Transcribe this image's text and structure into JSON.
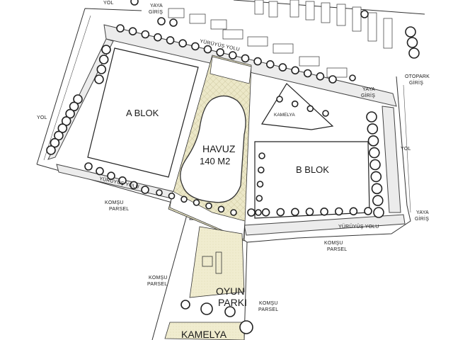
{
  "labels": {
    "a_blok": "A BLOK",
    "b_blok": "B BLOK",
    "havuz": "HAVUZ",
    "havuz_area": "140 M2",
    "kamelya_top": "KAMELYA",
    "kamelya_bottom": "KAMELYA",
    "oyun": "OYUN",
    "parki": "PARKI",
    "yol_top": "YOL",
    "yol_left": "YOL",
    "yol_right": "YOL",
    "yaya_1": "YAYA",
    "giris_1": "GİRİŞ",
    "yaya_2": "YAYA",
    "giris_2": "GİRİŞ",
    "yaya_3": "YAYA",
    "giris_3": "GİRİŞ",
    "otopark": "OTOPARK",
    "otopark_giris": "GİRİŞ",
    "yuruyus_top": "YÜRÜYÜŞ YOLU",
    "yuruyus_left": "YÜRÜYÜŞ YOLU",
    "yuruyus_right": "YÜRÜYÜŞ YOLU",
    "komsu_1": "KOMŞU",
    "parsel_1": "PARSEL",
    "komsu_2": "KOMŞU",
    "parsel_2": "PARSEL",
    "komsu_3": "KOMŞU",
    "parsel_3": "PARSEL",
    "komsu_4": "KOMŞU",
    "parsel_4": "PARSEL"
  },
  "colors": {
    "line": "#333333",
    "walkway": "#ececec",
    "pool_deck": "#ece8c8",
    "playground": "#f0eccf",
    "tree": "#222222"
  }
}
